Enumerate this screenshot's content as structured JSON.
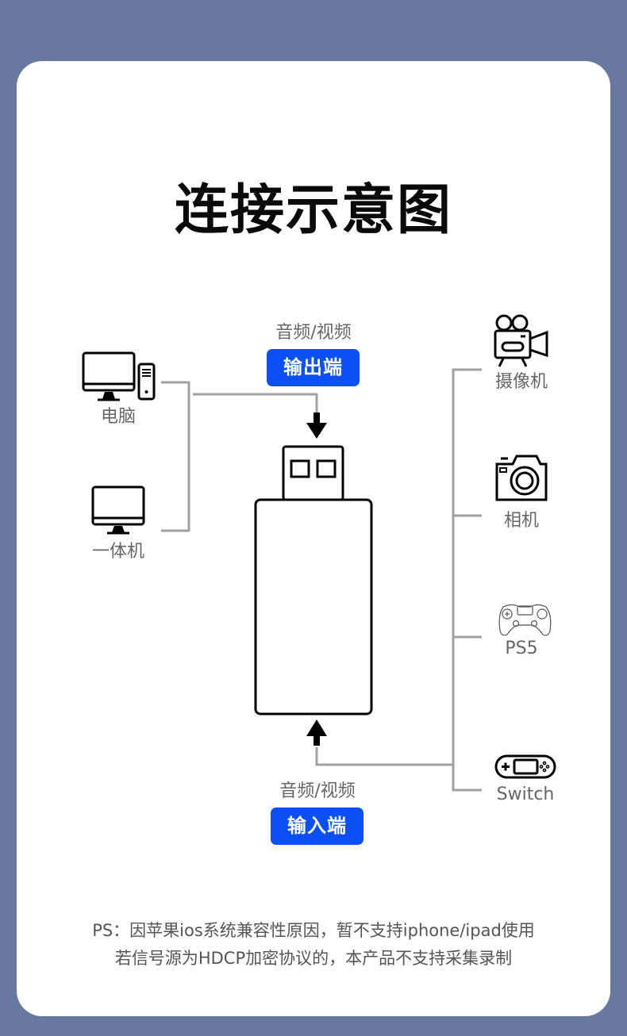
{
  "title": "连接示意图",
  "output_port": {
    "caption": "音频/视频",
    "badge": "输出端"
  },
  "input_port": {
    "caption": "音频/视频",
    "badge": "输入端"
  },
  "sources": [
    {
      "label": "电脑",
      "icon": "desktop-computer-icon"
    },
    {
      "label": "一体机",
      "icon": "all-in-one-monitor-icon"
    }
  ],
  "devices": [
    {
      "label": "摄像机",
      "icon": "video-camera-icon"
    },
    {
      "label": "相机",
      "icon": "photo-camera-icon"
    },
    {
      "label": "PS5",
      "icon": "gamepad-icon"
    },
    {
      "label": "Switch",
      "icon": "handheld-console-icon"
    }
  ],
  "note": {
    "line1": "PS：因苹果ios系统兼容性原因，暂不支持iphone/ipad使用",
    "line2": "若信号源为HDCP加密协议的，本产品不支持采集录制"
  },
  "colors": {
    "background": "#6779a1",
    "card": "#ffffff",
    "badge": "#0a50f5",
    "connector_line": "#a0a0a0",
    "label_text": "#666666"
  }
}
